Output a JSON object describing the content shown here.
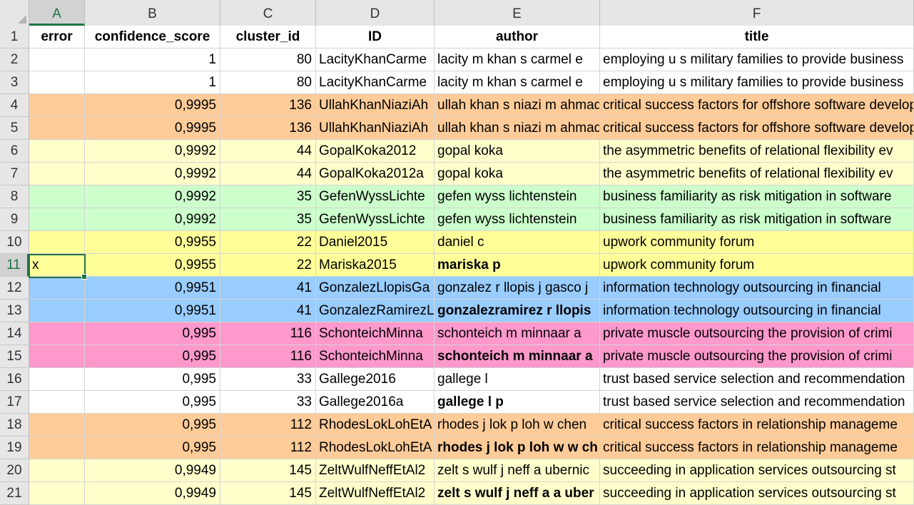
{
  "columns": [
    "A",
    "B",
    "C",
    "D",
    "E",
    "F"
  ],
  "selected_column": "A",
  "selected_row": 11,
  "header_row": {
    "number": "1",
    "cells": [
      "error",
      "confidence_score",
      "cluster_id",
      "ID",
      "author",
      "title"
    ]
  },
  "rows": [
    {
      "num": "2",
      "color": "#ffffff",
      "error": "",
      "score": "1",
      "cluster": "80",
      "id": "LacityKhanCarme",
      "author": "lacity m khan s carmel e",
      "author_bold": false,
      "title": "employing u s military families to provide business"
    },
    {
      "num": "3",
      "color": "#ffffff",
      "error": "",
      "score": "1",
      "cluster": "80",
      "id": "LacityKhanCarme",
      "author": "lacity m khan s carmel e",
      "author_bold": false,
      "title": "employing u s military families to provide business"
    },
    {
      "num": "4",
      "color": "#ffcc99",
      "error": "",
      "score": "0,9995",
      "cluster": "136",
      "id": "UllahKhanNiaziAh",
      "author": "ullah khan s niazi m ahmad",
      "author_bold": false,
      "title": "critical success factors for offshore software develop"
    },
    {
      "num": "5",
      "color": "#ffcc99",
      "error": "",
      "score": "0,9995",
      "cluster": "136",
      "id": "UllahKhanNiaziAh",
      "author": "ullah khan s niazi m ahmad",
      "author_bold": false,
      "title": "critical success factors for offshore software develop"
    },
    {
      "num": "6",
      "color": "#ffffcc",
      "error": "",
      "score": "0,9992",
      "cluster": "44",
      "id": "GopalKoka2012",
      "author": "gopal koka",
      "author_bold": false,
      "title": "the asymmetric benefits of relational flexibility ev"
    },
    {
      "num": "7",
      "color": "#ffffcc",
      "error": "",
      "score": "0,9992",
      "cluster": "44",
      "id": "GopalKoka2012a",
      "author": "gopal koka",
      "author_bold": false,
      "title": "the asymmetric benefits of relational flexibility ev"
    },
    {
      "num": "8",
      "color": "#ccffcc",
      "error": "",
      "score": "0,9992",
      "cluster": "35",
      "id": "GefenWyssLichte",
      "author": "gefen wyss lichtenstein",
      "author_bold": false,
      "title": "business familiarity as risk mitigation in software"
    },
    {
      "num": "9",
      "color": "#ccffcc",
      "error": "",
      "score": "0,9992",
      "cluster": "35",
      "id": "GefenWyssLichte",
      "author": "gefen wyss lichtenstein",
      "author_bold": false,
      "title": "business familiarity as risk mitigation in software"
    },
    {
      "num": "10",
      "color": "#ffff99",
      "error": "",
      "score": "0,9955",
      "cluster": "22",
      "id": "Daniel2015",
      "author": "daniel c",
      "author_bold": false,
      "title": "upwork community forum"
    },
    {
      "num": "11",
      "color": "#ffff99",
      "error": "x",
      "score": "0,9955",
      "cluster": "22",
      "id": "Mariska2015",
      "author": "mariska p",
      "author_bold": true,
      "title": "upwork community forum"
    },
    {
      "num": "12",
      "color": "#99ccff",
      "error": "",
      "score": "0,9951",
      "cluster": "41",
      "id": "GonzalezLlopisGa",
      "author": "gonzalez r llopis j gasco j",
      "author_bold": false,
      "title": "information technology outsourcing in financial"
    },
    {
      "num": "13",
      "color": "#99ccff",
      "error": "",
      "score": "0,9951",
      "cluster": "41",
      "id": "GonzalezRamirezL",
      "author": "gonzalezramirez r llopis",
      "author_bold": true,
      "title": "information technology outsourcing in financial"
    },
    {
      "num": "14",
      "color": "#ff99cc",
      "error": "",
      "score": "0,995",
      "cluster": "116",
      "id": "SchonteichMinna",
      "author": "schonteich m minnaar a",
      "author_bold": false,
      "title": "private muscle outsourcing the provision of crimi"
    },
    {
      "num": "15",
      "color": "#ff99cc",
      "error": "",
      "score": "0,995",
      "cluster": "116",
      "id": "SchonteichMinna",
      "author": "schonteich m minnaar a",
      "author_bold": true,
      "title": "private muscle outsourcing the provision of crimi"
    },
    {
      "num": "16",
      "color": "#ffffff",
      "error": "",
      "score": "0,995",
      "cluster": "33",
      "id": "Gallege2016",
      "author": "gallege l",
      "author_bold": false,
      "title": "trust based service selection and recommendation"
    },
    {
      "num": "17",
      "color": "#ffffff",
      "error": "",
      "score": "0,995",
      "cluster": "33",
      "id": "Gallege2016a",
      "author": "gallege l p",
      "author_bold": true,
      "title": "trust based service selection and recommendation"
    },
    {
      "num": "18",
      "color": "#ffcc99",
      "error": "",
      "score": "0,995",
      "cluster": "112",
      "id": "RhodesLokLohEtA",
      "author": "rhodes j lok p loh w chen",
      "author_bold": false,
      "title": "critical success factors in relationship manageme"
    },
    {
      "num": "19",
      "color": "#ffcc99",
      "error": "",
      "score": "0,995",
      "cluster": "112",
      "id": "RhodesLokLohEtA",
      "author": "rhodes j lok p loh w w ch",
      "author_bold": true,
      "title": "critical success factors in relationship manageme"
    },
    {
      "num": "20",
      "color": "#ffffcc",
      "error": "",
      "score": "0,9949",
      "cluster": "145",
      "id": "ZeltWulfNeffEtAl2",
      "author": "zelt s wulf j neff a ubernic",
      "author_bold": false,
      "title": "succeeding in application services outsourcing st"
    },
    {
      "num": "21",
      "color": "#ffffcc",
      "error": "",
      "score": "0,9949",
      "cluster": "145",
      "id": "ZeltWulfNeffEtAl2",
      "author": "zelt s wulf j neff a a uber",
      "author_bold": true,
      "title": "succeeding in application services outsourcing st"
    }
  ]
}
